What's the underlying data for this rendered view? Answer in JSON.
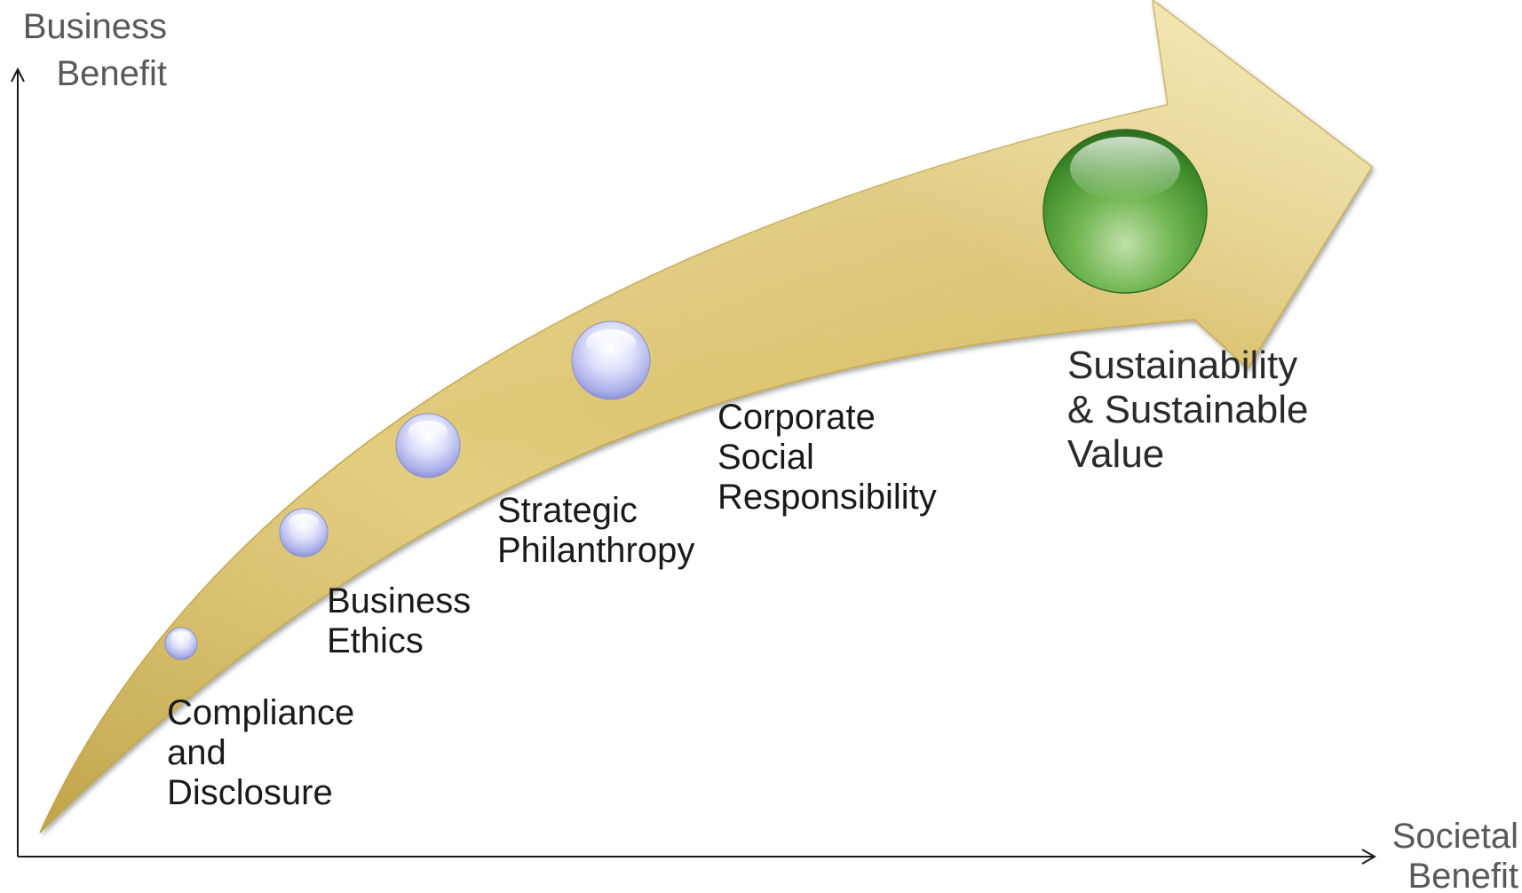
{
  "axes": {
    "y_label": [
      "Business",
      "Benefit"
    ],
    "x_label": [
      "Societal",
      "Benefit"
    ]
  },
  "stages": [
    {
      "lines": [
        "Compliance",
        "and",
        "Disclosure"
      ]
    },
    {
      "lines": [
        "Business",
        "Ethics"
      ]
    },
    {
      "lines": [
        "Strategic",
        "Philanthropy"
      ]
    },
    {
      "lines": [
        "Corporate",
        "Social",
        "Responsibility"
      ]
    },
    {
      "lines": [
        "Sustainability",
        "& Sustainable",
        "Value"
      ]
    }
  ],
  "colors": {
    "arrow_light": "#f3e7b4",
    "arrow_mid": "#d8bf6a",
    "arrow_dark": "#b89a3c",
    "bubble_small": "#c9cdf3",
    "bubble_final": "#4f9a3a",
    "axis_line": "#1a1a1a",
    "axis_text": "#595959"
  }
}
